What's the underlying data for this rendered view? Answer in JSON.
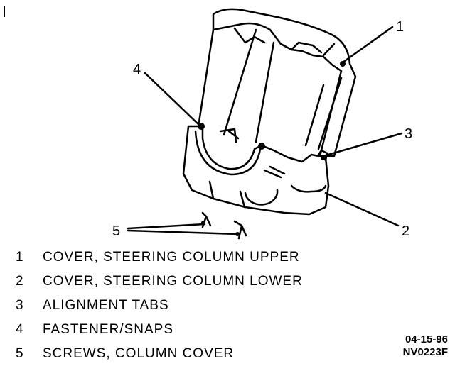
{
  "callouts": [
    {
      "num": "1"
    },
    {
      "num": "2"
    },
    {
      "num": "3"
    },
    {
      "num": "4"
    },
    {
      "num": "5"
    }
  ],
  "legend": [
    {
      "num": "1",
      "text": "COVER, STEERING COLUMN UPPER"
    },
    {
      "num": "2",
      "text": "COVER, STEERING COLUMN LOWER"
    },
    {
      "num": "3",
      "text": "ALIGNMENT TABS"
    },
    {
      "num": "4",
      "text": "FASTENER/SNAPS"
    },
    {
      "num": "5",
      "text": "SCREWS, COLUMN COVER"
    }
  ],
  "stamp": {
    "date": "04-15-96",
    "code": "NV0223F"
  }
}
